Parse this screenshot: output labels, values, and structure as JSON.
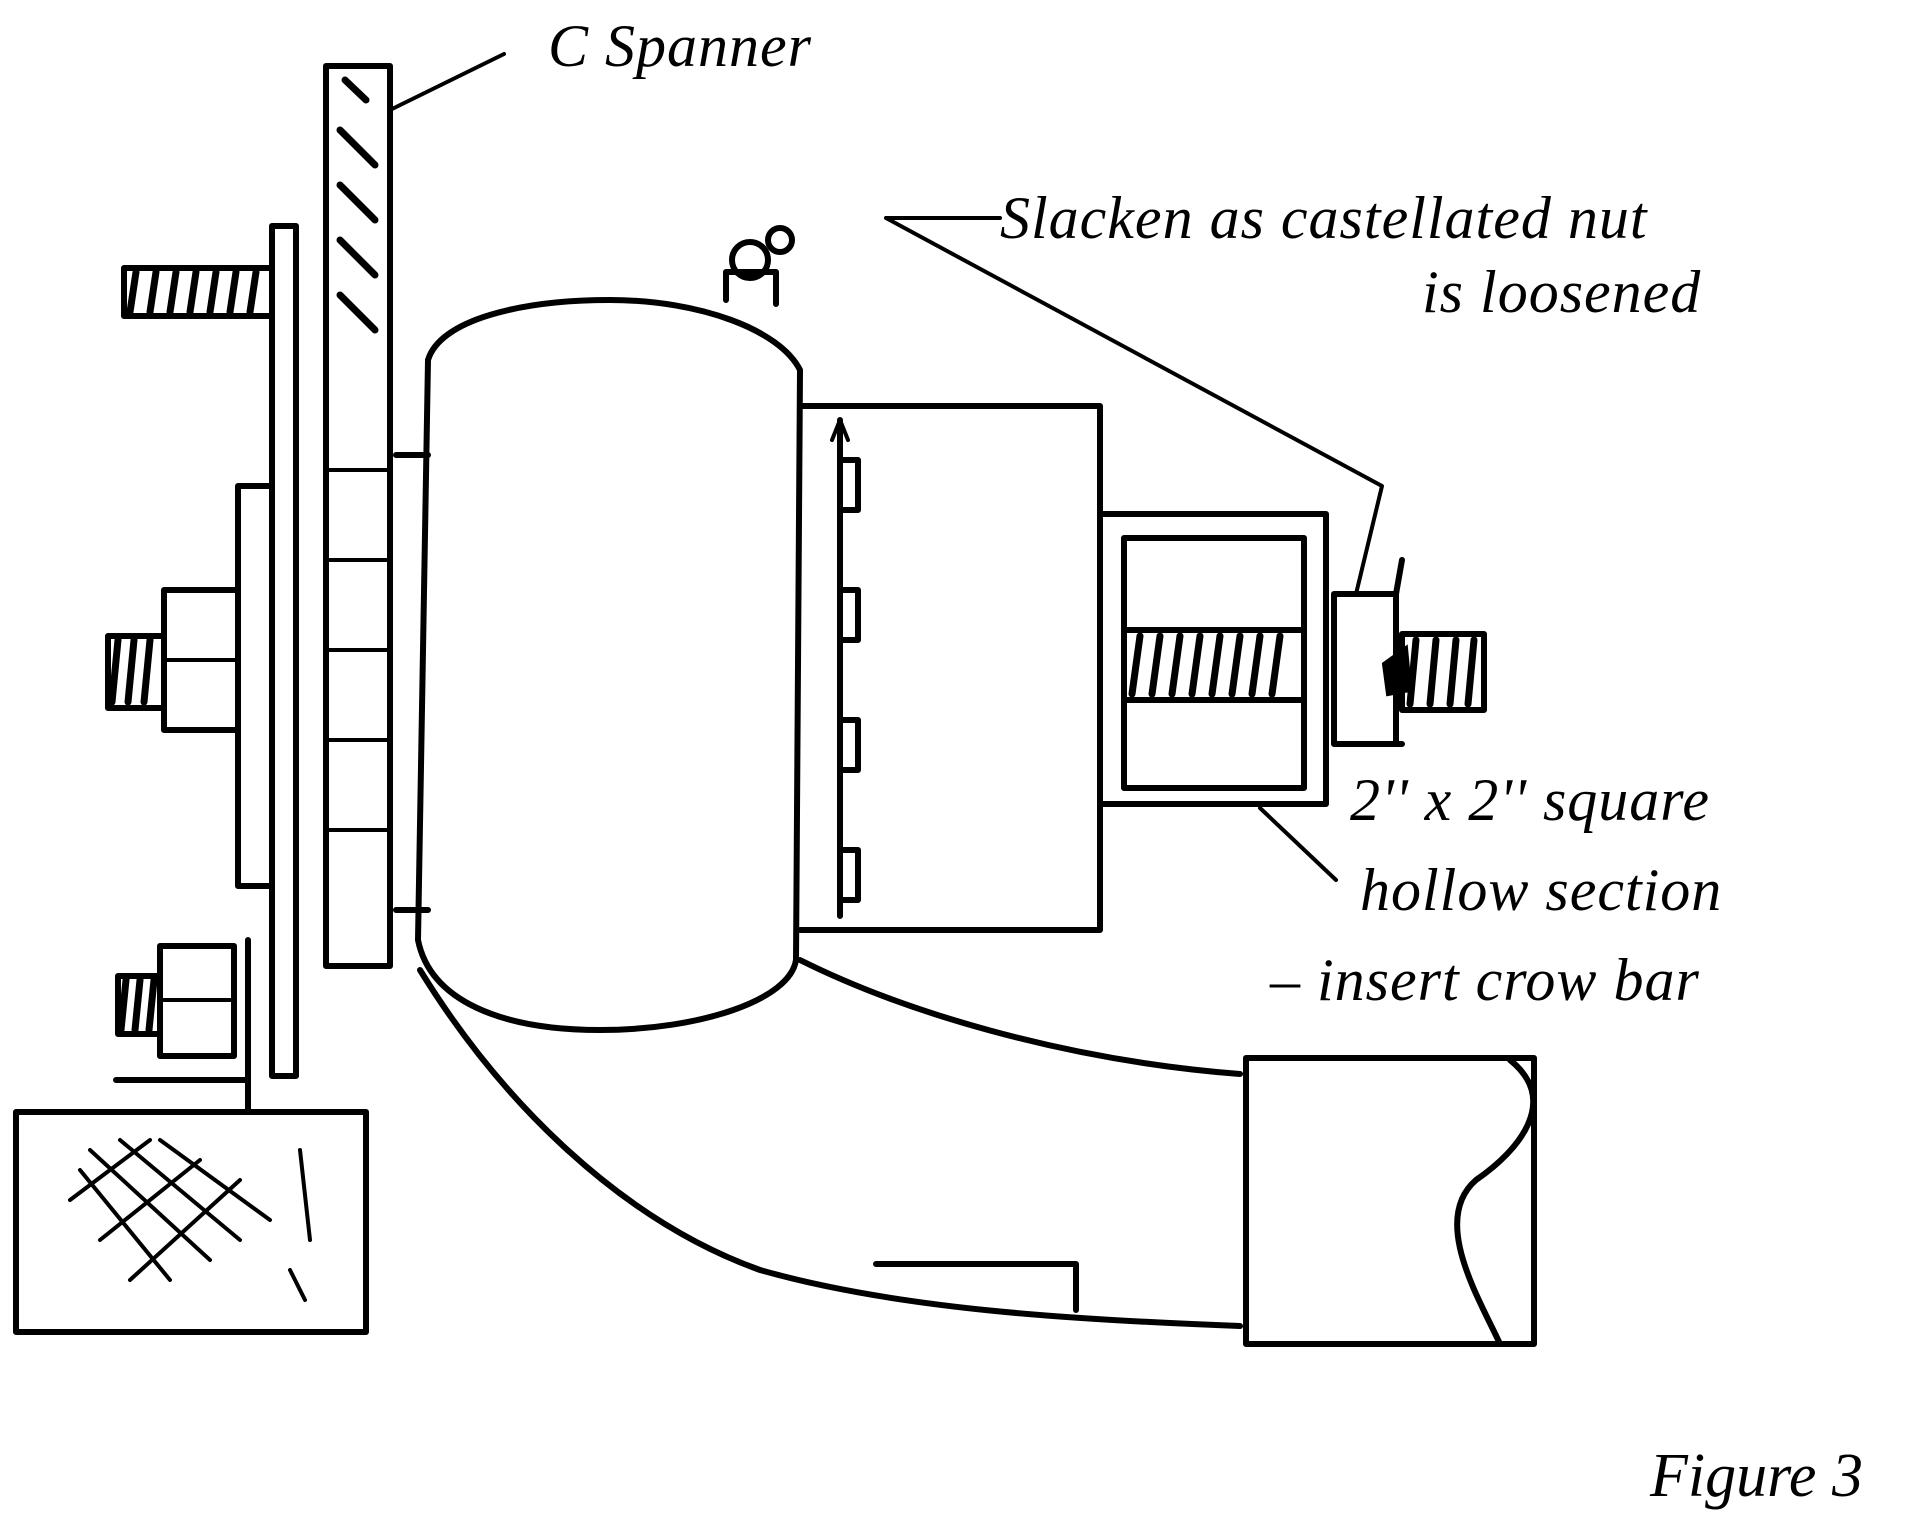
{
  "labels": {
    "c_spanner": "C Spanner",
    "slacken_line1": "Slacken as castellated nut",
    "slacken_line2": "is loosened",
    "hollow_line1": "2'' x 2'' square",
    "hollow_line2": "hollow section",
    "hollow_line3": "– insert crow bar"
  },
  "caption": "Figure 3"
}
